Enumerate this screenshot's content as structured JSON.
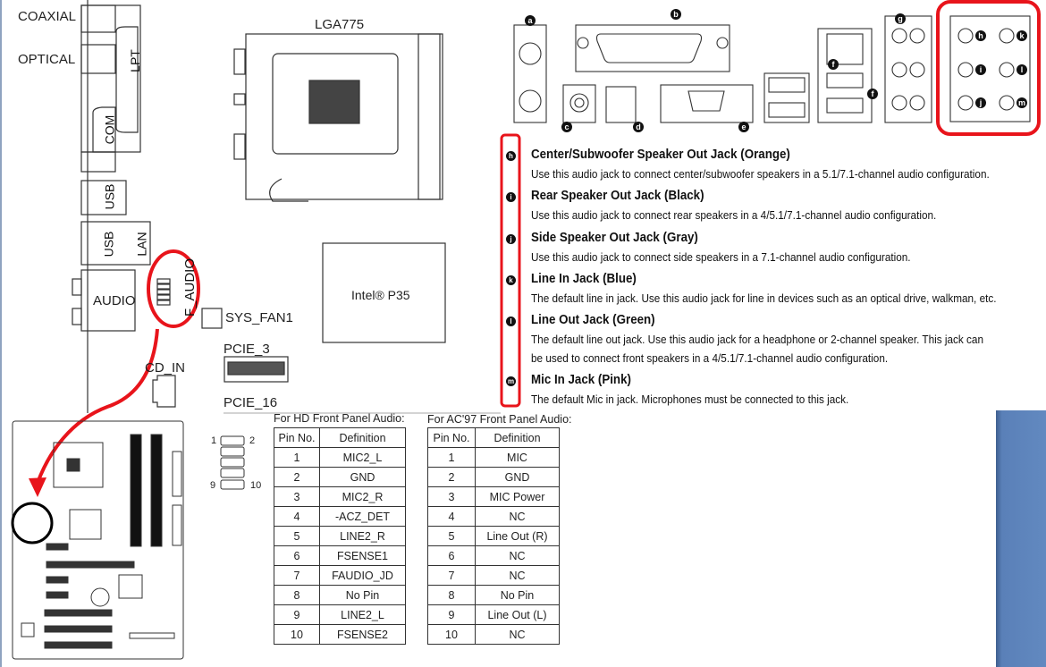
{
  "board_diagram": {
    "labels": {
      "coaxial": "COAXIAL",
      "optical": "OPTICAL",
      "lpt": "LPT",
      "com": "COM",
      "usb1": "USB",
      "usb2": "USB",
      "lan": "LAN",
      "audio": "AUDIO",
      "f_audio": "F_AUDIO",
      "sys_fan1": "SYS_FAN1",
      "lga775": "LGA775",
      "chipset": "Intel® P35",
      "pcie_3": "PCIE_3",
      "cd_in": "CD_IN",
      "pcie_16": "PCIE_16"
    }
  },
  "pin_header": {
    "pin1": "1",
    "pin2": "2",
    "pin9": "9",
    "pin10": "10"
  },
  "hd_table": {
    "title": "For HD  Front Panel Audio:",
    "headers": [
      "Pin No.",
      "Definition"
    ],
    "rows": [
      [
        "1",
        "MIC2_L"
      ],
      [
        "2",
        "GND"
      ],
      [
        "3",
        "MIC2_R"
      ],
      [
        "4",
        "-ACZ_DET"
      ],
      [
        "5",
        "LINE2_R"
      ],
      [
        "6",
        "FSENSE1"
      ],
      [
        "7",
        "FAUDIO_JD"
      ],
      [
        "8",
        "No Pin"
      ],
      [
        "9",
        "LINE2_L"
      ],
      [
        "10",
        "FSENSE2"
      ]
    ]
  },
  "ac97_table": {
    "title": "For  AC'97 Front Panel Audio:",
    "headers": [
      "Pin No.",
      "Definition"
    ],
    "rows": [
      [
        "1",
        "MIC"
      ],
      [
        "2",
        "GND"
      ],
      [
        "3",
        "MIC Power"
      ],
      [
        "4",
        "NC"
      ],
      [
        "5",
        "Line Out (R)"
      ],
      [
        "6",
        "NC"
      ],
      [
        "7",
        "NC"
      ],
      [
        "8",
        "No Pin"
      ],
      [
        "9",
        "Line Out (L)"
      ],
      [
        "10",
        "NC"
      ]
    ]
  },
  "back_panel": {
    "markers": [
      "a",
      "b",
      "c",
      "d",
      "e",
      "f",
      "f",
      "g",
      "h",
      "i",
      "j",
      "k",
      "l",
      "m"
    ]
  },
  "legend": [
    {
      "marker": "h",
      "title": "Center/Subwoofer Speaker Out Jack (Orange)",
      "desc": [
        "Use this audio jack to connect center/subwoofer speakers in a 5.1/7.1-channel audio configuration."
      ]
    },
    {
      "marker": "i",
      "title": "Rear Speaker Out Jack (Black)",
      "desc": [
        "Use this audio jack to connect rear speakers in a 4/5.1/7.1-channel audio configuration."
      ]
    },
    {
      "marker": "j",
      "title": "Side Speaker Out Jack (Gray)",
      "desc": [
        "Use this audio jack to connect side speakers in a 7.1-channel audio configuration."
      ]
    },
    {
      "marker": "k",
      "title": "Line In Jack (Blue)",
      "desc": [
        "The default line in jack. Use this audio jack for line in devices such as an optical drive, walkman, etc."
      ]
    },
    {
      "marker": "l",
      "title": "Line Out Jack (Green)",
      "desc": [
        "The default line out jack. Use this audio jack for a headphone or 2-channel speaker. This jack can",
        "be used to connect front speakers in a 4/5.1/7.1-channel audio configuration."
      ]
    },
    {
      "marker": "m",
      "title": "Mic In Jack (Pink)",
      "desc": [
        "The default Mic in jack. Microphones must be connected to this jack."
      ]
    }
  ],
  "colors": {
    "highlight_red": "#e8141b",
    "panel_blue": "#5a80b8",
    "circle_black": "#000000"
  }
}
